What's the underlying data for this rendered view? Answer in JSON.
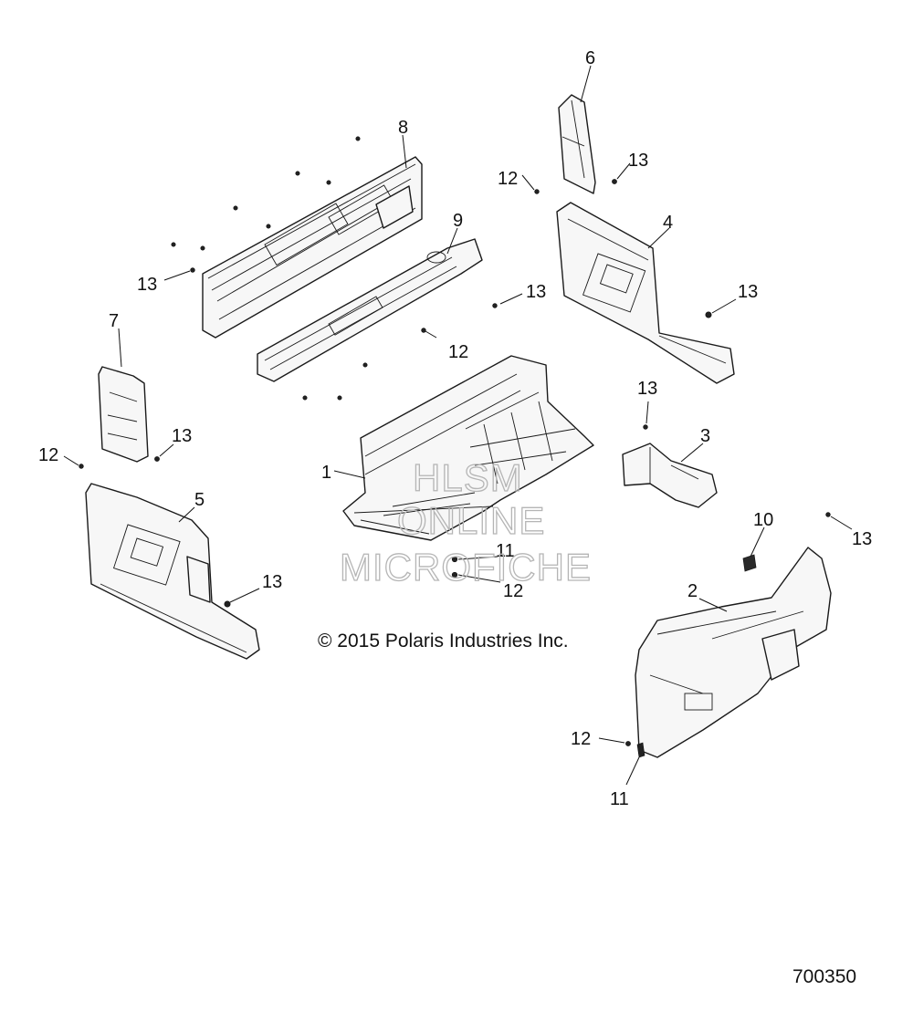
{
  "callouts": {
    "c1": "1",
    "c2": "2",
    "c3": "3",
    "c4": "4",
    "c5": "5",
    "c6": "6",
    "c7": "7",
    "c8": "8",
    "c9": "9",
    "c10": "10",
    "c11a": "11",
    "c11b": "11",
    "c12a": "12",
    "c12b": "12",
    "c12c": "12",
    "c12d": "12",
    "c12e": "12",
    "c13a": "13",
    "c13b": "13",
    "c13c": "13",
    "c13d": "13",
    "c13e": "13",
    "c13f": "13",
    "c13g": "13",
    "c13h": "13"
  },
  "copyright": "© 2015 Polaris Industries Inc.",
  "reference_number": "700350",
  "watermark": {
    "line1": "HLSM",
    "line2": "ONLINE",
    "line3": "MICROFICHE"
  }
}
